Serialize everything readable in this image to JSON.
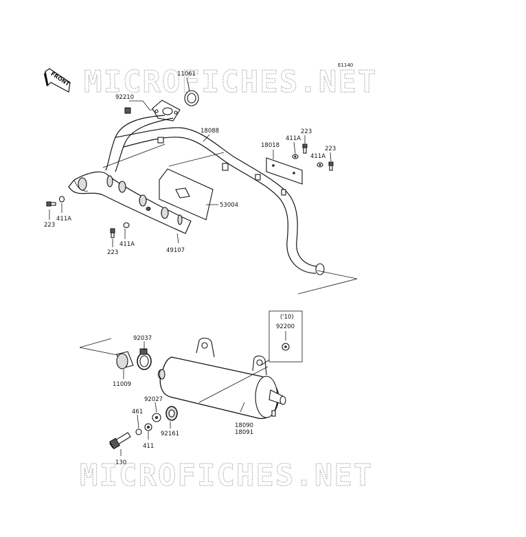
{
  "diagram_code": "E1140",
  "direction_label": "FRONT",
  "watermark_text": "MICROFICHES.NET",
  "parts": {
    "p11061": "11061",
    "p92210": "92210",
    "p18088": "18088",
    "p18018": "18018",
    "p223_a": "223",
    "p411A_a": "411A",
    "p223_b": "223",
    "p411A_b": "411A",
    "p223_c": "223",
    "p411A_c": "411A",
    "p53004": "53004",
    "p411A_d": "411A",
    "p223_d": "223",
    "p49107": "49107",
    "p10_note": "('10)",
    "p92200": "92200",
    "p92037": "92037",
    "p11009": "11009",
    "p92027": "92027",
    "p461": "461",
    "p92161": "92161",
    "p18090": "18090",
    "p18091": "18091",
    "p411": "411",
    "p130": "130"
  }
}
